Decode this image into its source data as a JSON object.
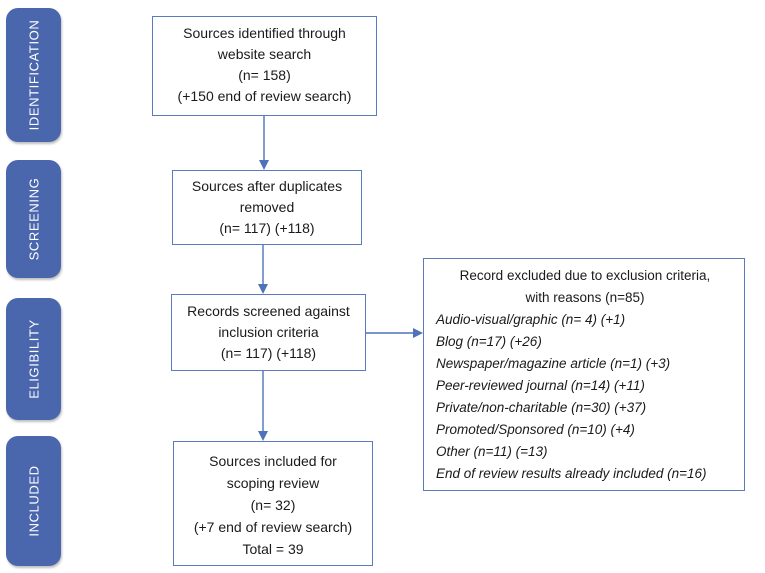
{
  "stages": [
    {
      "id": "identification",
      "label": "IDENTIFICATION"
    },
    {
      "id": "screening",
      "label": "SCREENING"
    },
    {
      "id": "eligibility",
      "label": "ELIGIBILITY"
    },
    {
      "id": "included",
      "label": "INCLUDED"
    }
  ],
  "boxes": {
    "identified": [
      "Sources identified through",
      "website search",
      "(n= 158)",
      "(+150 end of review search)"
    ],
    "deduplicated": [
      "Sources after duplicates",
      "removed",
      "(n= 117) (+118)"
    ],
    "screened": [
      "Records screened against",
      "inclusion criteria",
      "(n= 117) (+118)"
    ],
    "included": [
      "Sources included for",
      "scoping review",
      "(n= 32)",
      "(+7 end of review search)",
      "Total = 39"
    ]
  },
  "excluded": {
    "heading": [
      "Record excluded due to exclusion criteria,",
      "with reasons (n=85)"
    ],
    "reasons": [
      "Audio-visual/graphic (n= 4) (+1)",
      "Blog (n=17) (+26)",
      "Newspaper/magazine article (n=1) (+3)",
      "Peer-reviewed journal (n=14) (+11)",
      "Private/non-charitable (n=30) (+37)",
      "Promoted/Sponsored (n=10) (+4)",
      "Other (n=11) (=13)",
      "End of review results already included (n=16)"
    ]
  },
  "colors": {
    "stage_fill": "#4a67ad",
    "box_border": "#5b7bbd",
    "arrow": "#4f72b8"
  }
}
